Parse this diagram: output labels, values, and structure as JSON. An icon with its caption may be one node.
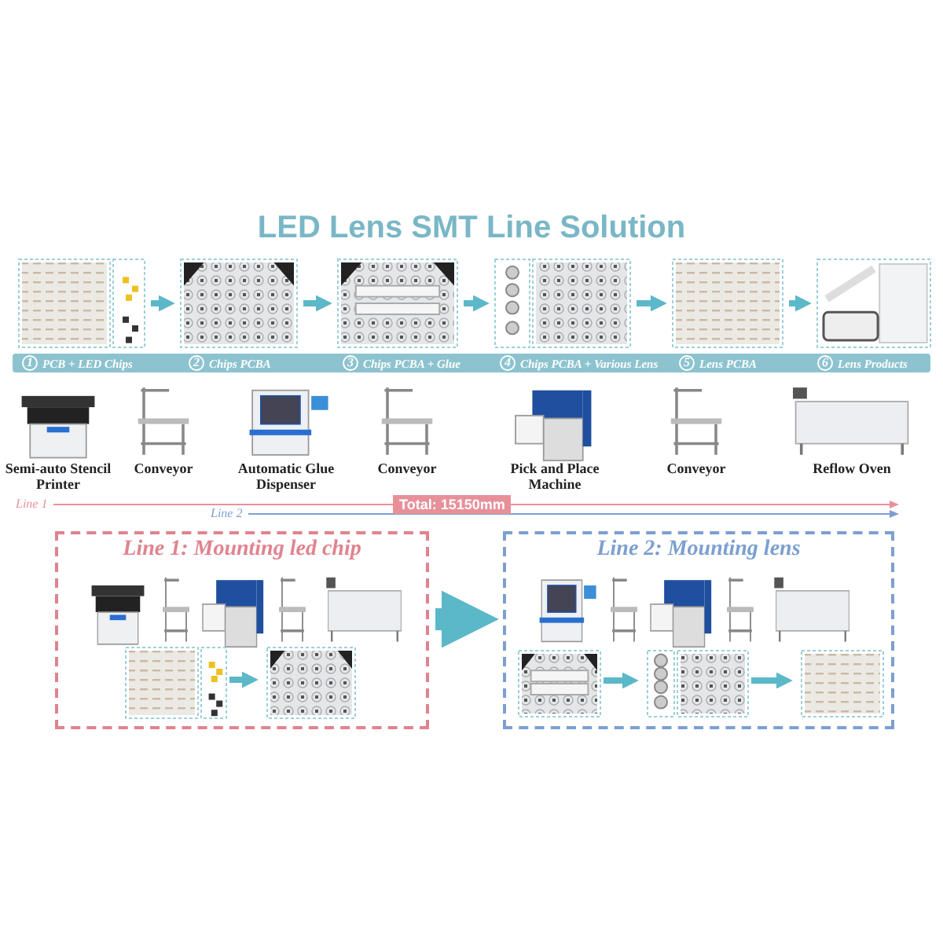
{
  "diagram": {
    "title": "LED Lens SMT Line Solution",
    "nodes": [
      {
        "text": [],
        "shape": "picture",
        "beside": [
          "1",
          "PCB + LED Chips"
        ]
      },
      {
        "text": [],
        "shape": "picture",
        "beside": [
          "2",
          "Chips PCBA"
        ]
      },
      {
        "text": [],
        "shape": "picture",
        "beside": [
          "3",
          "Chips PCBA + Glue"
        ]
      },
      {
        "text": [],
        "shape": "picture",
        "beside": [
          "4",
          "Chips PCBA + Various Lens"
        ]
      },
      {
        "text": [],
        "shape": "picture",
        "beside": [
          "5",
          "Lens PCBA"
        ]
      },
      {
        "text": [],
        "shape": "picture",
        "beside": [
          "6",
          "Lens Products"
        ]
      },
      {
        "text": [
          "Semi-auto Stencil Printer"
        ]
      },
      {
        "text": [
          "Conveyor"
        ]
      },
      {
        "text": [
          "Automatic Glue Dispenser"
        ]
      },
      {
        "text": [
          "Conveyor"
        ]
      },
      {
        "text": [
          "Pick and Place Machine"
        ]
      },
      {
        "text": [
          "Conveyor"
        ]
      },
      {
        "text": [
          "Reflow Oven"
        ]
      },
      {
        "text": [
          "Line 1: Mounting led chip"
        ]
      },
      {
        "text": [],
        "shape": "picture",
        "in": 13
      },
      {
        "text": [],
        "shape": "picture",
        "in": 13
      },
      {
        "text": [
          "Line 2: Mounting lens"
        ]
      },
      {
        "text": [],
        "shape": "picture",
        "in": 16
      },
      {
        "text": [],
        "shape": "picture",
        "in": 16
      },
      {
        "text": [],
        "shape": "picture",
        "in": 16
      }
    ],
    "edges": [
      {
        "from": 0,
        "to": 1,
        "arrow": "to"
      },
      {
        "from": 1,
        "to": 2,
        "arrow": "to"
      },
      {
        "from": 2,
        "to": 3,
        "arrow": "to"
      },
      {
        "from": 3,
        "to": 4,
        "arrow": "to"
      },
      {
        "from": 4,
        "to": 5,
        "arrow": "to"
      },
      {
        "from": 13,
        "to": 16,
        "arrow": "to",
        "style": "thick"
      },
      {
        "from": 14,
        "to": 15,
        "arrow": "to"
      },
      {
        "from": 17,
        "to": 18,
        "arrow": "to"
      },
      {
        "from": 18,
        "to": 19,
        "arrow": "to"
      }
    ],
    "labels": [
      "Line 1",
      "Total: 15150mm",
      "Line 2"
    ]
  }
}
